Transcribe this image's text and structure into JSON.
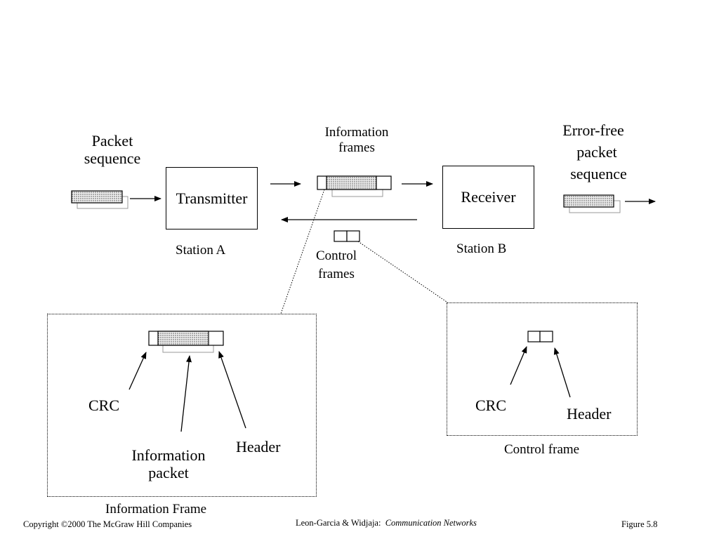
{
  "diagram": {
    "labels": {
      "packet_sequence": [
        "Packet",
        "sequence"
      ],
      "information_frames": [
        "Information",
        "frames"
      ],
      "error_free": [
        "Error-free",
        "packet",
        "sequence"
      ],
      "transmitter": "Transmitter",
      "receiver": "Receiver",
      "station_a": "Station A",
      "station_b": "Station B",
      "control_frames": [
        "Control",
        "frames"
      ]
    },
    "information_frame_detail": {
      "caption": "Information Frame",
      "crc": "CRC",
      "information_packet": [
        "Information",
        "packet"
      ],
      "header": "Header"
    },
    "control_frame_detail": {
      "caption": "Control frame",
      "crc": "CRC",
      "header": "Header"
    }
  },
  "footer": {
    "copyright": "Copyright ©2000 The McGraw Hill Companies",
    "authors": "Leon-Garcia & Widjaja:",
    "book": "Communication Networks",
    "figure": "Figure 5.8"
  }
}
